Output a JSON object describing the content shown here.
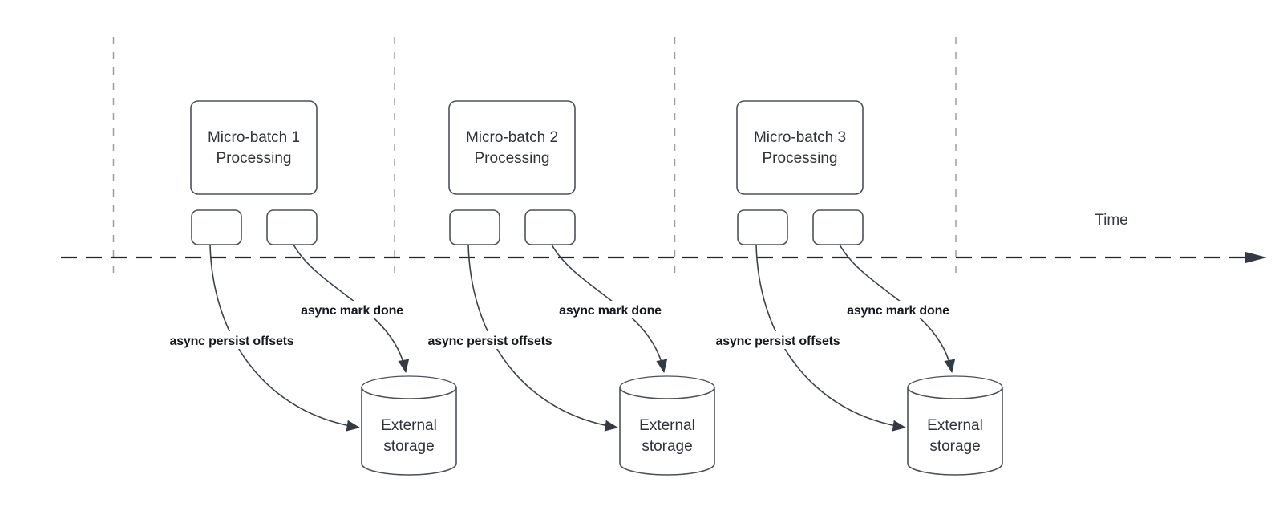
{
  "time_axis": {
    "label": "Time"
  },
  "colors": {
    "timeline": "#24272b",
    "guide_line": "#9aa0a6",
    "shape_stroke": "#4b515a",
    "node_fill": "#ffffff",
    "title_text": "#2f343b",
    "edge_label_text": "#15181d"
  },
  "batches": [
    {
      "title_line1": "Micro-batch 1",
      "title_line2": "Processing",
      "persist_label": "async persist offsets",
      "done_label": "async mark done",
      "storage_line1": "External",
      "storage_line2": "storage"
    },
    {
      "title_line1": "Micro-batch 2",
      "title_line2": "Processing",
      "persist_label": "async persist offsets",
      "done_label": "async mark done",
      "storage_line1": "External",
      "storage_line2": "storage"
    },
    {
      "title_line1": "Micro-batch 3",
      "title_line2": "Processing",
      "persist_label": "async persist offsets",
      "done_label": "async mark done",
      "storage_line1": "External",
      "storage_line2": "storage"
    }
  ]
}
